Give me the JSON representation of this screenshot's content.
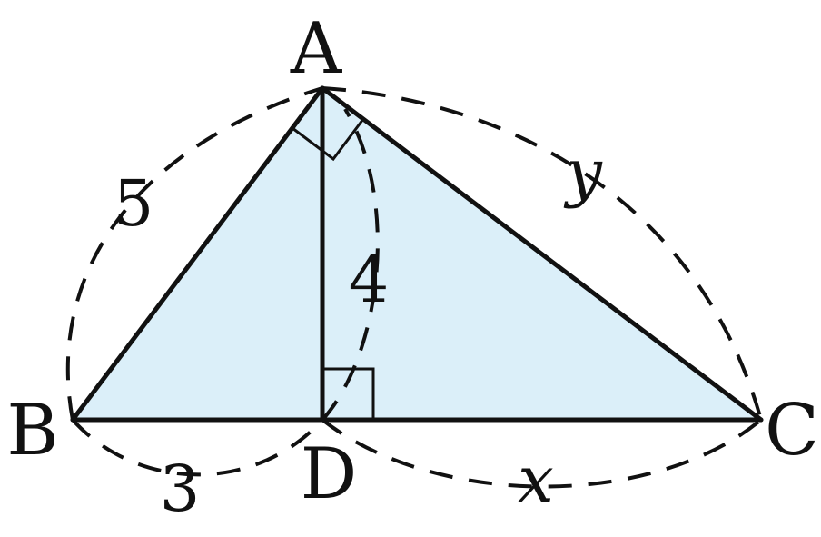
{
  "points": {
    "A": "A",
    "B": "B",
    "C": "C",
    "D": "D"
  },
  "lengths": {
    "AB": "5",
    "AD": "4",
    "BD": "3",
    "DC": "x",
    "AC": "y"
  },
  "colors": {
    "fill": "#dbeff9",
    "stroke": "#111111",
    "background": "#ffffff"
  }
}
